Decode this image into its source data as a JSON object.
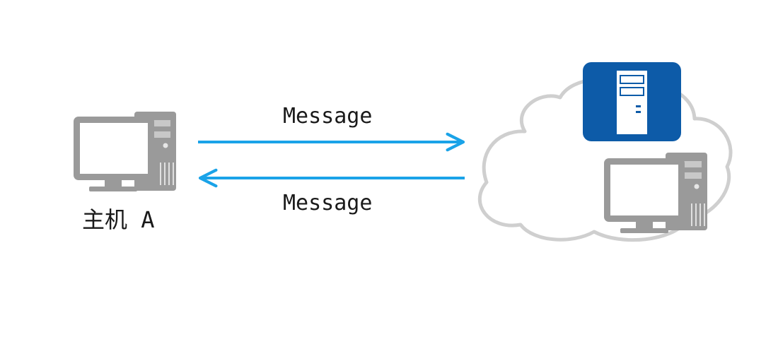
{
  "host_a": {
    "label": "主机 A",
    "icon": "desktop-computer-icon"
  },
  "messages": {
    "outgoing_label": "Message",
    "incoming_label": "Message"
  },
  "cloud": {
    "server_icon": "server-icon",
    "computer_icon": "desktop-computer-icon"
  },
  "colors": {
    "arrow": "#1aa3e8",
    "computer": "#9a9a9a",
    "server_bg": "#0d5ba8",
    "cloud_stroke": "#cfcfcf"
  }
}
